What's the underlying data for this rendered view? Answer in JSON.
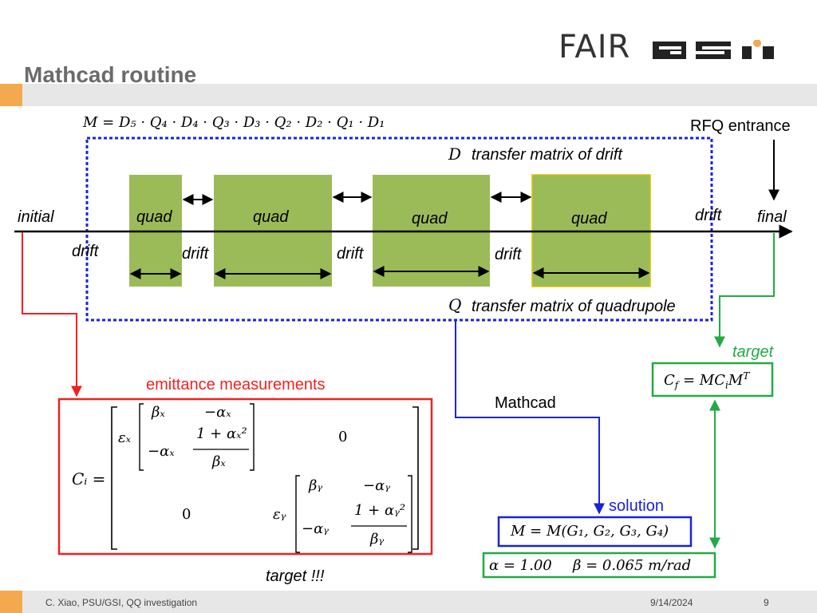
{
  "header": {
    "title": "Mathcad routine",
    "logo_fair": "FAIR",
    "logo_gsi": "GSI"
  },
  "equation_top": "M = D₅ · Q₄ · D₄ · Q₃ · D₃ · Q₂ · D₂ · Q₁ · D₁",
  "labels": {
    "rfq_entrance": "RFQ entrance",
    "drift_def_symbol": "D",
    "drift_def": "transfer matrix of drift",
    "quad_def_symbol": "Q",
    "quad_def": "transfer matrix of quadrupole",
    "initial": "initial",
    "final": "final",
    "quad": "quad",
    "drift": "drift",
    "target": "target",
    "emittance": "emittance measurements",
    "mathcad": "Mathcad",
    "solution": "solution",
    "target_excl": "target !!!"
  },
  "formulas": {
    "cf": "C_f = M C_i M^T",
    "m_solution": "M = M(G₁, G₂, G₃, G₄)",
    "alpha": "α = 1.00",
    "beta": "β = 0.065 m/rad"
  },
  "matrix": {
    "lhs": "Cᵢ =",
    "eps_x": "εₓ",
    "eps_y": "εᵧ",
    "beta_x": "βₓ",
    "minus_alpha_x": "−αₓ",
    "one_plus_ax2": "1 + αₓ²",
    "beta_y": "βᵧ",
    "minus_alpha_y": "−αᵧ",
    "one_plus_ay2": "1 + αᵧ²",
    "zero": "0"
  },
  "footer": {
    "author": "C. Xiao, PSU/GSI, QQ investigation",
    "date": "9/14/2024",
    "page": "9"
  },
  "colors": {
    "quad_fill": "#9bbb59",
    "blue": "#1a22dd",
    "red": "#ee2222",
    "green": "#22aa44",
    "accent_orange": "#f4a94e"
  }
}
